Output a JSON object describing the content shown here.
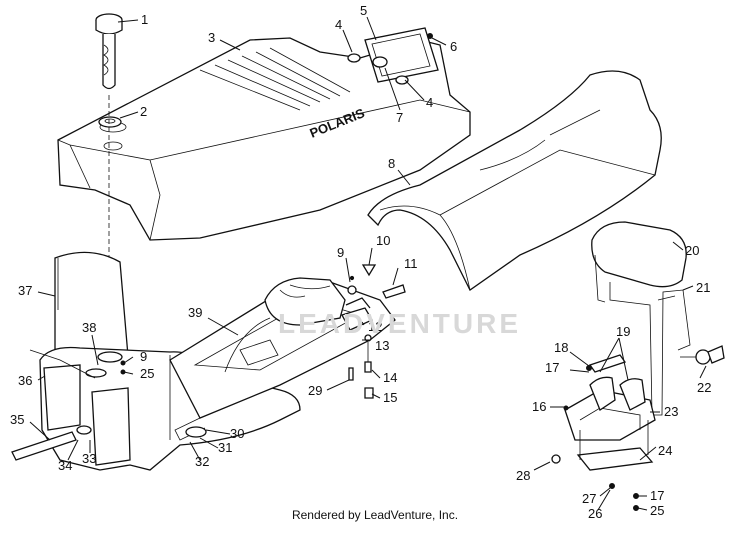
{
  "diagram": {
    "brand_on_seat": "POLARIS",
    "watermark": "LEADVENTURE",
    "footer": "Rendered by LeadVenture, Inc.",
    "callouts": [
      "1",
      "2",
      "3",
      "4",
      "5",
      "6",
      "4",
      "7",
      "8",
      "9",
      "10",
      "11",
      "12",
      "13",
      "14",
      "15",
      "29",
      "39",
      "20",
      "21",
      "22",
      "23",
      "19",
      "18",
      "17",
      "16",
      "28",
      "24",
      "27",
      "26",
      "17",
      "25",
      "37",
      "38",
      "9",
      "25",
      "36",
      "35",
      "34",
      "33",
      "30",
      "31",
      "32"
    ]
  }
}
